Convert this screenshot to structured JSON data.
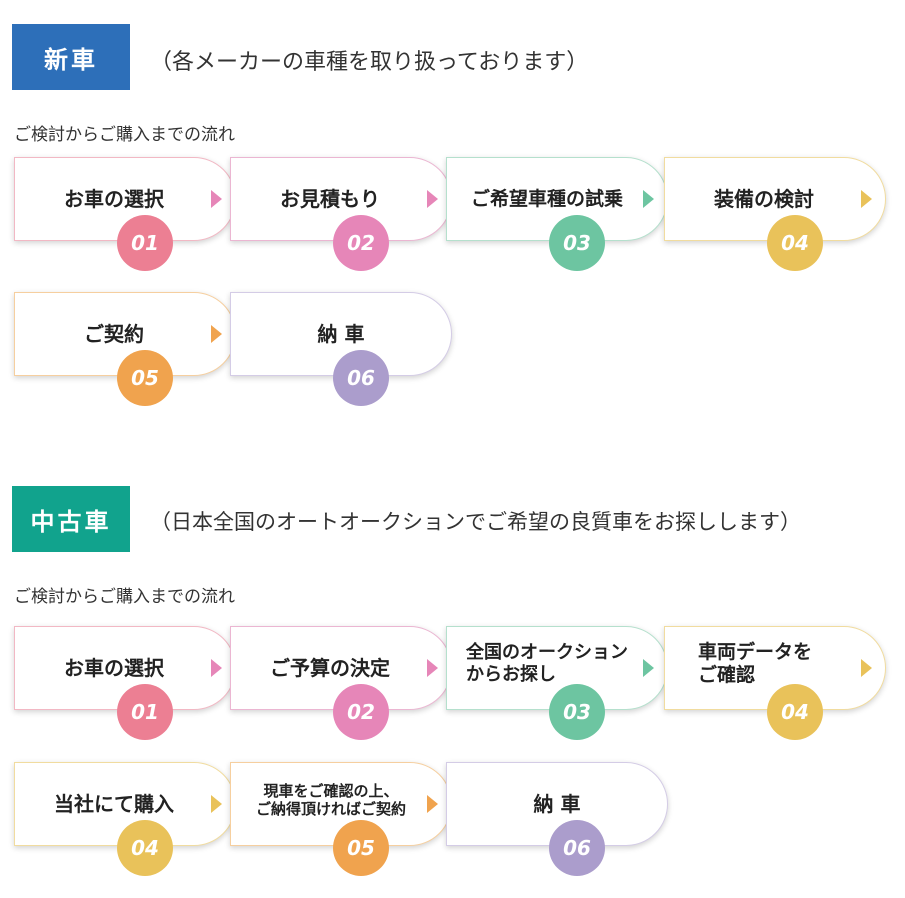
{
  "new_car": {
    "badge": "新車",
    "description": "（各メーカーの車種を取り扱っております）",
    "flow_label": "ご検討からご購入までの流れ",
    "steps": [
      {
        "label": "お車の選択",
        "number": "01"
      },
      {
        "label": "お見積もり",
        "number": "02"
      },
      {
        "label": "ご希望車種の試乗",
        "number": "03"
      },
      {
        "label": "装備の検討",
        "number": "04"
      },
      {
        "label": "ご契約",
        "number": "05"
      },
      {
        "label": "納 車",
        "number": "06"
      }
    ]
  },
  "used_car": {
    "badge": "中古車",
    "description": "（日本全国のオートオークションでご希望の良質車をお探しします）",
    "flow_label": "ご検討からご購入までの流れ",
    "steps": [
      {
        "label": "お車の選択",
        "number": "01"
      },
      {
        "label": "ご予算の決定",
        "number": "02"
      },
      {
        "label": "全国のオークション\nからお探し",
        "number": "03"
      },
      {
        "label": "車両データを\nご確認",
        "number": "04"
      },
      {
        "label": "当社にて購入",
        "number": "04"
      },
      {
        "label": "現車をご確認の上、\nご納得頂ければご契約",
        "number": "05"
      },
      {
        "label": "納 車",
        "number": "06"
      }
    ]
  },
  "colors": {
    "pink": "#ec7f93",
    "magenta": "#e686b8",
    "green": "#6dc5a1",
    "yellow": "#e9c25a",
    "orange": "#f0a34e",
    "purple": "#ab9dcc",
    "badge_new": "#2d6fb9",
    "badge_used": "#11a38d"
  }
}
